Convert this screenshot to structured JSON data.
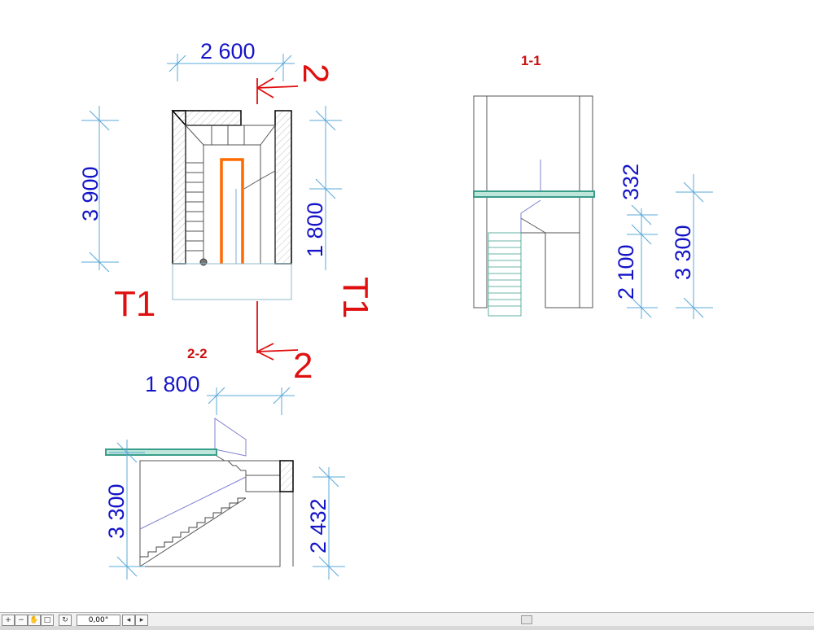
{
  "sections": {
    "plan": {
      "dim_width": "2 600",
      "dim_height": "3 900",
      "dim_inner": "1 800",
      "mark_t1_left": "T1",
      "mark_t1_right": "T1",
      "mark_cut_top": "2",
      "mark_cut_bottom": "2"
    },
    "section_1_1": {
      "title": "1-1",
      "dim_332": "332",
      "dim_2100": "2 100",
      "dim_3300": "3 300"
    },
    "section_2_2": {
      "title": "2-2",
      "dim_1800": "1 800",
      "dim_3300": "3 300",
      "dim_2432": "2 432"
    }
  },
  "statusbar": {
    "angle_value": "0,00°",
    "icons": [
      "zoom-in-icon",
      "zoom-out-icon",
      "pan-icon",
      "zoom-window-icon",
      "rotate-icon",
      "zoom-prev-icon",
      "zoom-next-icon"
    ]
  },
  "colors": {
    "dimension": "#1515c8",
    "dimension_line": "#5aa8d8",
    "annotation_red": "#e01010",
    "handrail_orange": "#ff6a00",
    "slab_teal": "#3a9e8a",
    "stair_line": "#8080d0"
  }
}
